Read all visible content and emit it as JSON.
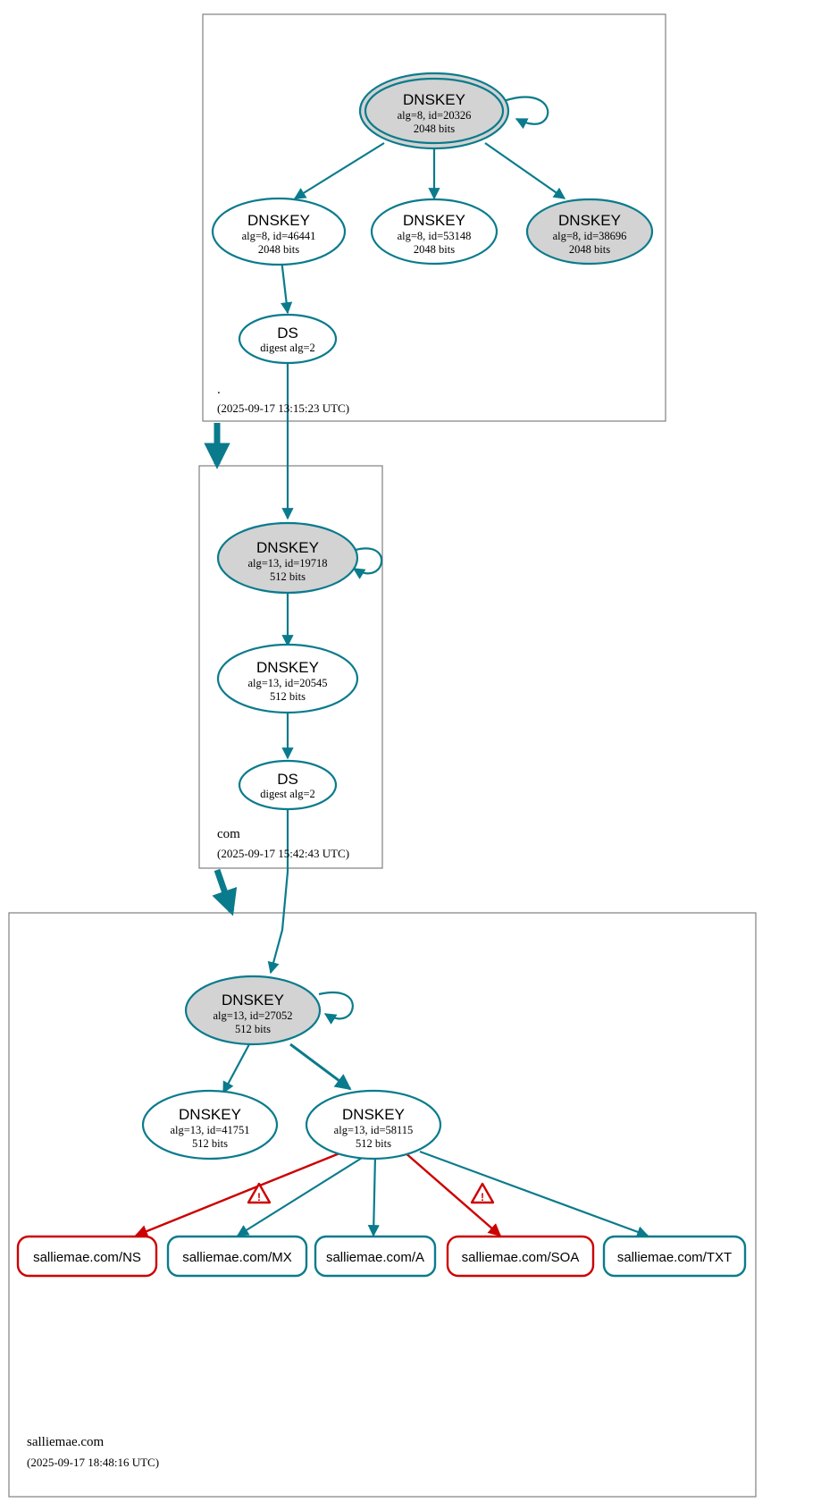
{
  "diagram": {
    "title": "DNSSEC authentication chain for salliemae.com",
    "colors": {
      "edge_secure": "#0a7b8c",
      "edge_error": "#cc0000",
      "node_stroke": "#0a7b8c",
      "node_fill_active": "#d3d3d3",
      "node_fill_inactive": "#ffffff",
      "rr_error_stroke": "#cc0000",
      "zone_box_stroke": "#808080"
    }
  },
  "zones": [
    {
      "name": "root-zone",
      "label": ".",
      "date": "(2025-09-17 13:15:23 UTC)",
      "nodes": [
        {
          "id": "root-ksk",
          "type": "DNSKEY",
          "title": "DNSKEY",
          "line2": "alg=8, id=20326",
          "line3": "2048 bits",
          "fill": "active",
          "trust_anchor": true,
          "self_signed": true
        },
        {
          "id": "root-zsk-46441",
          "type": "DNSKEY",
          "title": "DNSKEY",
          "line2": "alg=8, id=46441",
          "line3": "2048 bits",
          "fill": "inactive",
          "trust_anchor": false,
          "self_signed": false
        },
        {
          "id": "root-zsk-53148",
          "type": "DNSKEY",
          "title": "DNSKEY",
          "line2": "alg=8, id=53148",
          "line3": "2048 bits",
          "fill": "inactive",
          "trust_anchor": false,
          "self_signed": false
        },
        {
          "id": "root-zsk-38696",
          "type": "DNSKEY",
          "title": "DNSKEY",
          "line2": "alg=8, id=38696",
          "line3": "2048 bits",
          "fill": "active",
          "trust_anchor": false,
          "self_signed": false
        },
        {
          "id": "root-ds-com",
          "type": "DS",
          "title": "DS",
          "line2": "digest alg=2",
          "line3": "",
          "fill": "inactive",
          "trust_anchor": false,
          "self_signed": false
        }
      ]
    },
    {
      "name": "com-zone",
      "label": "com",
      "date": "(2025-09-17 15:42:43 UTC)",
      "nodes": [
        {
          "id": "com-ksk",
          "type": "DNSKEY",
          "title": "DNSKEY",
          "line2": "alg=13, id=19718",
          "line3": "512 bits",
          "fill": "active",
          "trust_anchor": false,
          "self_signed": true
        },
        {
          "id": "com-zsk-20545",
          "type": "DNSKEY",
          "title": "DNSKEY",
          "line2": "alg=13, id=20545",
          "line3": "512 bits",
          "fill": "inactive",
          "trust_anchor": false,
          "self_signed": false
        },
        {
          "id": "com-ds-salliemae",
          "type": "DS",
          "title": "DS",
          "line2": "digest alg=2",
          "line3": "",
          "fill": "inactive",
          "trust_anchor": false,
          "self_signed": false
        }
      ]
    },
    {
      "name": "salliemae-zone",
      "label": "salliemae.com",
      "date": "(2025-09-17 18:48:16 UTC)",
      "nodes": [
        {
          "id": "sm-ksk",
          "type": "DNSKEY",
          "title": "DNSKEY",
          "line2": "alg=13, id=27052",
          "line3": "512 bits",
          "fill": "active",
          "trust_anchor": false,
          "self_signed": true
        },
        {
          "id": "sm-zsk-41751",
          "type": "DNSKEY",
          "title": "DNSKEY",
          "line2": "alg=13, id=41751",
          "line3": "512 bits",
          "fill": "inactive",
          "trust_anchor": false,
          "self_signed": false
        },
        {
          "id": "sm-zsk-58115",
          "type": "DNSKEY",
          "title": "DNSKEY",
          "line2": "alg=13, id=58115",
          "line3": "512 bits",
          "fill": "inactive",
          "trust_anchor": false,
          "self_signed": false
        }
      ],
      "rrsets": [
        {
          "id": "rr-ns",
          "label": "salliemae.com/NS",
          "status": "error"
        },
        {
          "id": "rr-mx",
          "label": "salliemae.com/MX",
          "status": "secure"
        },
        {
          "id": "rr-a",
          "label": "salliemae.com/A",
          "status": "secure"
        },
        {
          "id": "rr-soa",
          "label": "salliemae.com/SOA",
          "status": "error"
        },
        {
          "id": "rr-txt",
          "label": "salliemae.com/TXT",
          "status": "secure"
        }
      ],
      "warnings": [
        {
          "id": "warning-mx",
          "glyph": "!"
        },
        {
          "id": "warning-soa",
          "glyph": "!"
        }
      ]
    }
  ]
}
